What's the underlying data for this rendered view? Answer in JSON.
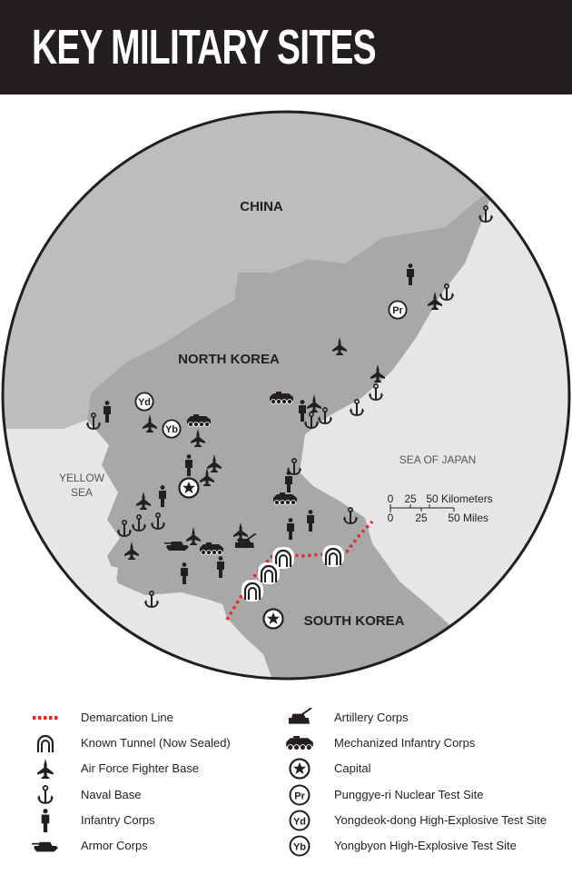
{
  "header": {
    "title": "KEY MILITARY SITES"
  },
  "map": {
    "labels": {
      "china": "CHINA",
      "north_korea": "NORTH KOREA",
      "south_korea": "SOUTH KOREA",
      "yellow_sea_1": "YELLOW",
      "yellow_sea_2": "SEA",
      "sea_of_japan": "SEA OF JAPAN"
    },
    "scale": {
      "km_ticks": [
        "0",
        "25",
        "50"
      ],
      "km_unit": "Kilometers",
      "mi_ticks": [
        "0",
        "25",
        "50"
      ],
      "mi_unit": "Miles"
    },
    "site_badges": {
      "pr": "Pr",
      "yd": "Yd",
      "yb": "Yb"
    },
    "colors": {
      "sea": "#e6e6e6",
      "china": "#bdbdbd",
      "korea": "#a8a8a8",
      "dmz": "#e8262a"
    }
  },
  "legend": [
    {
      "icon": "demarcation-line",
      "label": "Demarcation Line"
    },
    {
      "icon": "tunnel-icon",
      "label": "Known Tunnel (Now Sealed)"
    },
    {
      "icon": "fighter-jet-icon",
      "label": "Air Force Fighter Base"
    },
    {
      "icon": "anchor-icon",
      "label": "Naval Base"
    },
    {
      "icon": "infantry-icon",
      "label": "Infantry Corps"
    },
    {
      "icon": "tank-icon",
      "label": "Armor Corps"
    },
    {
      "icon": "artillery-icon",
      "label": "Artillery Corps"
    },
    {
      "icon": "armored-vehicle-icon",
      "label": "Mechanized Infantry Corps"
    },
    {
      "icon": "capital-star-icon",
      "label": "Capital"
    },
    {
      "icon": "badge-pr-icon",
      "label": "Punggye-ri Nuclear Test Site",
      "badge": "Pr"
    },
    {
      "icon": "badge-yd-icon",
      "label": "Yongdeok-dong High-Explosive Test Site",
      "badge": "Yd"
    },
    {
      "icon": "badge-yb-icon",
      "label": "Yongbyon High-Explosive Test Site",
      "badge": "Yb"
    }
  ]
}
